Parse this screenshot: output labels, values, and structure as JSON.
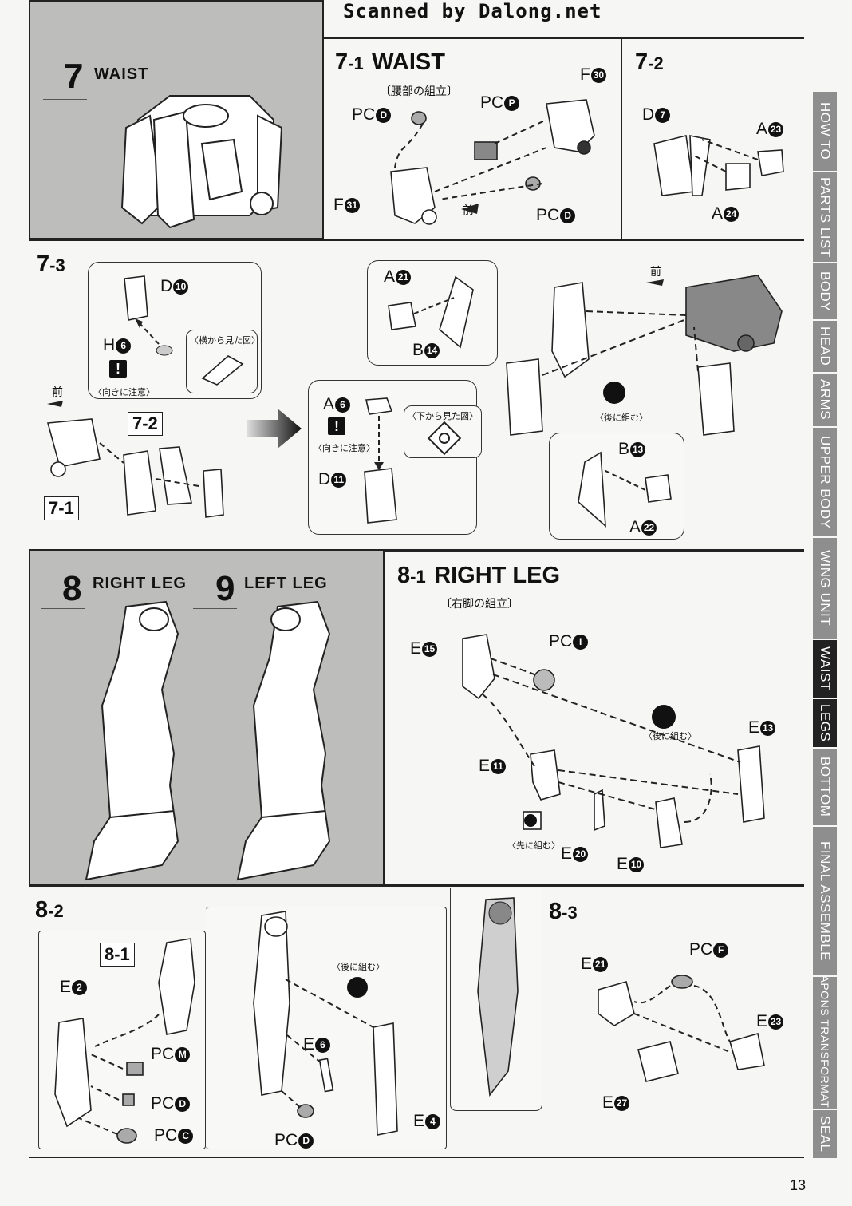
{
  "scan_credit": "Scanned by Dalong.net",
  "page_number": "13",
  "tabs": [
    {
      "label": "HOW TO",
      "active": false
    },
    {
      "label": "PARTS LIST",
      "active": false
    },
    {
      "label": "BODY",
      "active": false
    },
    {
      "label": "HEAD",
      "active": false
    },
    {
      "label": "ARMS",
      "active": false
    },
    {
      "label": "UPPER BODY",
      "active": false
    },
    {
      "label": "WING UNIT",
      "active": false
    },
    {
      "label": "WAIST",
      "active": true
    },
    {
      "label": "LEGS",
      "active": true
    },
    {
      "label": "BOTTOM",
      "active": false
    },
    {
      "label": "FINAL ASSEMBLE",
      "active": false
    },
    {
      "label": "WEAPONS TRANSFORMATION",
      "active": false
    },
    {
      "label": "SEAL",
      "active": false
    }
  ],
  "sec7": {
    "num": "7",
    "title": "WAIST"
  },
  "s71": {
    "num": "7",
    "sub": "-1",
    "title": "WAIST",
    "jp": "〔腰部の組立〕",
    "parts": [
      {
        "code": "PC",
        "n": "D"
      },
      {
        "code": "PC",
        "n": "P"
      },
      {
        "code": "F",
        "n": "30"
      },
      {
        "code": "F",
        "n": "31"
      },
      {
        "code": "PC",
        "n": "D"
      }
    ],
    "front": "前"
  },
  "s72": {
    "num": "7",
    "sub": "-2",
    "parts": [
      {
        "code": "D",
        "n": "7"
      },
      {
        "code": "A",
        "n": "23"
      },
      {
        "code": "A",
        "n": "24"
      }
    ]
  },
  "s73": {
    "num": "7",
    "sub": "-3",
    "front": "前",
    "ref72": "7-2",
    "ref71": "7-1",
    "d10": {
      "code": "D",
      "n": "10"
    },
    "h6": {
      "code": "H",
      "n": "6"
    },
    "side_view": "〈横から見た図〉",
    "caution": "〈向きに注意〉",
    "a6": {
      "code": "A",
      "n": "6"
    },
    "d11": {
      "code": "D",
      "n": "11"
    },
    "bottom_view": "〈下から見た図〉",
    "caution2": "〈向きに注意〉",
    "a21": {
      "code": "A",
      "n": "21"
    },
    "b14": {
      "code": "B",
      "n": "14"
    },
    "b13": {
      "code": "B",
      "n": "13"
    },
    "a22": {
      "code": "A",
      "n": "22"
    },
    "later": "〈後に組む〉",
    "front2": "前"
  },
  "sec8": {
    "num": "8",
    "title": "RIGHT LEG"
  },
  "sec9": {
    "num": "9",
    "title": "LEFT LEG"
  },
  "s81": {
    "num": "8",
    "sub": "-1",
    "title": "RIGHT LEG",
    "jp": "〔右脚の組立〕",
    "parts": [
      {
        "code": "E",
        "n": "15"
      },
      {
        "code": "PC",
        "n": "I"
      },
      {
        "code": "E",
        "n": "13"
      },
      {
        "code": "E",
        "n": "11"
      },
      {
        "code": "E",
        "n": "20"
      },
      {
        "code": "E",
        "n": "10"
      }
    ],
    "later": "〈後に組む〉",
    "earlier": "〈先に組む〉"
  },
  "s82": {
    "num": "8",
    "sub": "-2",
    "ref81": "8-1",
    "parts": [
      {
        "code": "E",
        "n": "2"
      },
      {
        "code": "PC",
        "n": "M"
      },
      {
        "code": "PC",
        "n": "D"
      },
      {
        "code": "PC",
        "n": "C"
      },
      {
        "code": "E",
        "n": "6"
      },
      {
        "code": "PC",
        "n": "D"
      },
      {
        "code": "E",
        "n": "4"
      }
    ],
    "later": "〈後に組む〉"
  },
  "s83": {
    "num": "8",
    "sub": "-3",
    "parts": [
      {
        "code": "E",
        "n": "21"
      },
      {
        "code": "PC",
        "n": "F"
      },
      {
        "code": "E",
        "n": "23"
      },
      {
        "code": "E",
        "n": "27"
      }
    ]
  }
}
